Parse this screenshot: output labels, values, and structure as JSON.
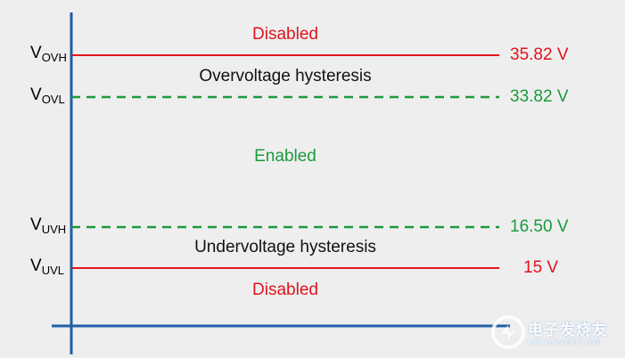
{
  "levels": {
    "vovh": {
      "symbol": "V",
      "sub": "OVH",
      "value": "35.82 V"
    },
    "vovl": {
      "symbol": "V",
      "sub": "OVL",
      "value": "33.82 V"
    },
    "vuvh": {
      "symbol": "V",
      "sub": "UVH",
      "value": "16.50 V"
    },
    "vuvl": {
      "symbol": "V",
      "sub": "UVL",
      "value": "15 V"
    }
  },
  "regions": {
    "top_disabled": "Disabled",
    "overvoltage_hysteresis": "Overvoltage hysteresis",
    "enabled": "Enabled",
    "undervoltage_hysteresis": "Undervoltage hysteresis",
    "bottom_disabled": "Disabled"
  },
  "colors": {
    "disabled_red": "#e0141e",
    "enabled_green": "#1a9a3c",
    "axis_blue": "#1f5fa8",
    "background": "#eeeeee"
  },
  "watermark": {
    "name": "电子发烧友",
    "url": "www.elecfans.com",
    "logo_icon": "elecfans-logo-icon"
  }
}
